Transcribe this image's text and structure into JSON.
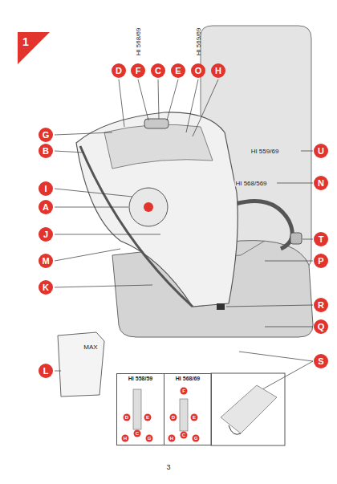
{
  "diagram": {
    "nodes": [
      {
        "text": [
          "HI 558/59"
        ]
      },
      {
        "text": [
          "HI 568/69"
        ]
      }
    ],
    "labels": [
      "1",
      "D",
      "F",
      "C",
      "E",
      "O",
      "H",
      "HI 568/69",
      "HI 569/69",
      "G",
      "B",
      "I",
      "A",
      "J",
      "M",
      "K",
      "L",
      "U",
      "N",
      "T",
      "P",
      "R",
      "Q",
      "S",
      "HI 559/69",
      "HI 568/569",
      "MAX",
      "3",
      "D",
      "C",
      "E",
      "H",
      "G",
      "F",
      "D",
      "C",
      "E",
      "H",
      "G"
    ]
  }
}
